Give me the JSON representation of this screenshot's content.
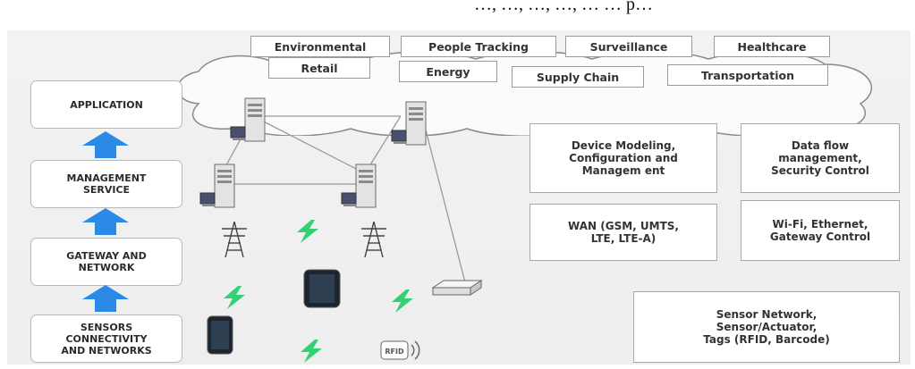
{
  "top_fragment": "…, …, …, …, … … p…",
  "cloud_tags": [
    "Environmental",
    "People Tracking",
    "Surveillance",
    "Healthcare",
    "Retail",
    "Energy",
    "Supply Chain",
    "Transportation"
  ],
  "layers": [
    "APPLICATION",
    "MANAGEMENT\nSERVICE",
    "GATEWAY AND\nNETWORK",
    "SENSORS\nCONNECTIVITY\nAND NETWORKS"
  ],
  "right_boxes": {
    "device_modeling": "Device Modeling,\nConfiguration and\nManagem ent",
    "data_flow": "Data flow\nmanagement,\nSecurity Control",
    "wan": "WAN (GSM, UMTS,\nLTE, LTE-A)",
    "wifi": "Wi-Fi, Ethernet,\nGateway Control",
    "sensor_network": "Sensor Network,\nSensor/Actuator,\nTags (RFID, Barcode)"
  },
  "rfid_text": "RFID",
  "colors": {
    "arrow": "#2a8ae6",
    "lightning": "#33d173",
    "panel": "#efefef",
    "box_border": "#a8a8a8"
  },
  "icons": [
    "server-icon",
    "antenna-tower-icon",
    "lightning-icon",
    "smartphone-icon",
    "router-icon",
    "rfid-tag-icon",
    "up-arrow-icon",
    "cloud-icon"
  ]
}
